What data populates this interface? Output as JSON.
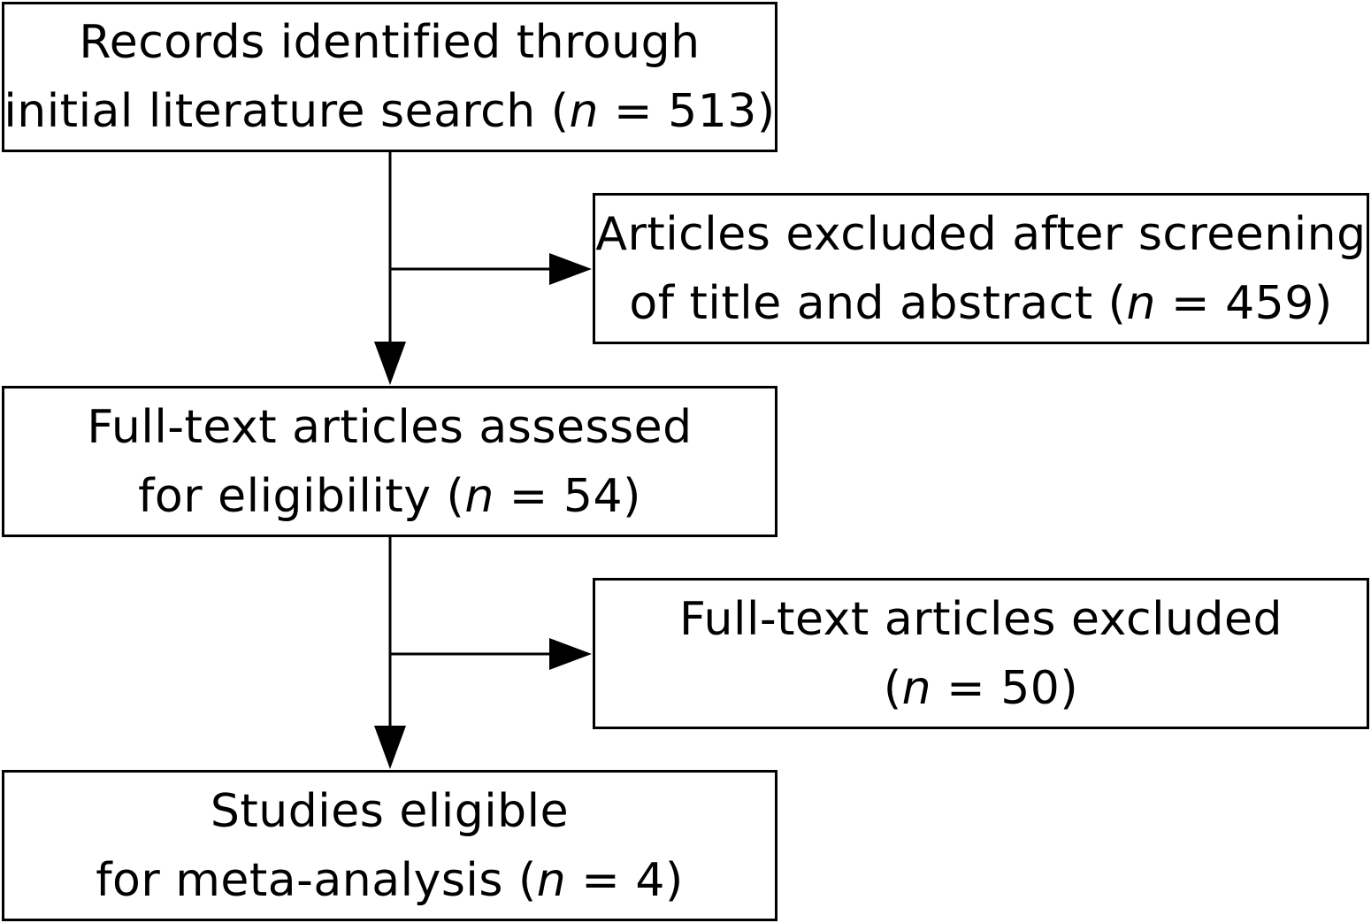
{
  "boxes": {
    "records": {
      "line1": "Records identified through",
      "line2_prefix": "initial literature search (",
      "n_symbol": "n",
      "line2_suffix": " = 513)"
    },
    "excluded_screening": {
      "line1": "Articles excluded after screening",
      "line2_prefix": "of title and abstract (",
      "n_symbol": "n",
      "line2_suffix": " = 459)"
    },
    "full_text_assessed": {
      "line1": "Full-text articles assessed",
      "line2_prefix": "for eligibility (",
      "n_symbol": "n",
      "line2_suffix": " = 54)"
    },
    "full_text_excluded": {
      "line1": "Full-text articles excluded",
      "line2_prefix": "(",
      "n_symbol": "n",
      "line2_suffix": " = 50)"
    },
    "studies_eligible": {
      "line1": "Studies eligible",
      "line2_prefix": "for meta-analysis (",
      "n_symbol": "n",
      "line2_suffix": " = 4)"
    }
  },
  "colors": {
    "stroke": "#000000",
    "background": "#ffffff"
  }
}
